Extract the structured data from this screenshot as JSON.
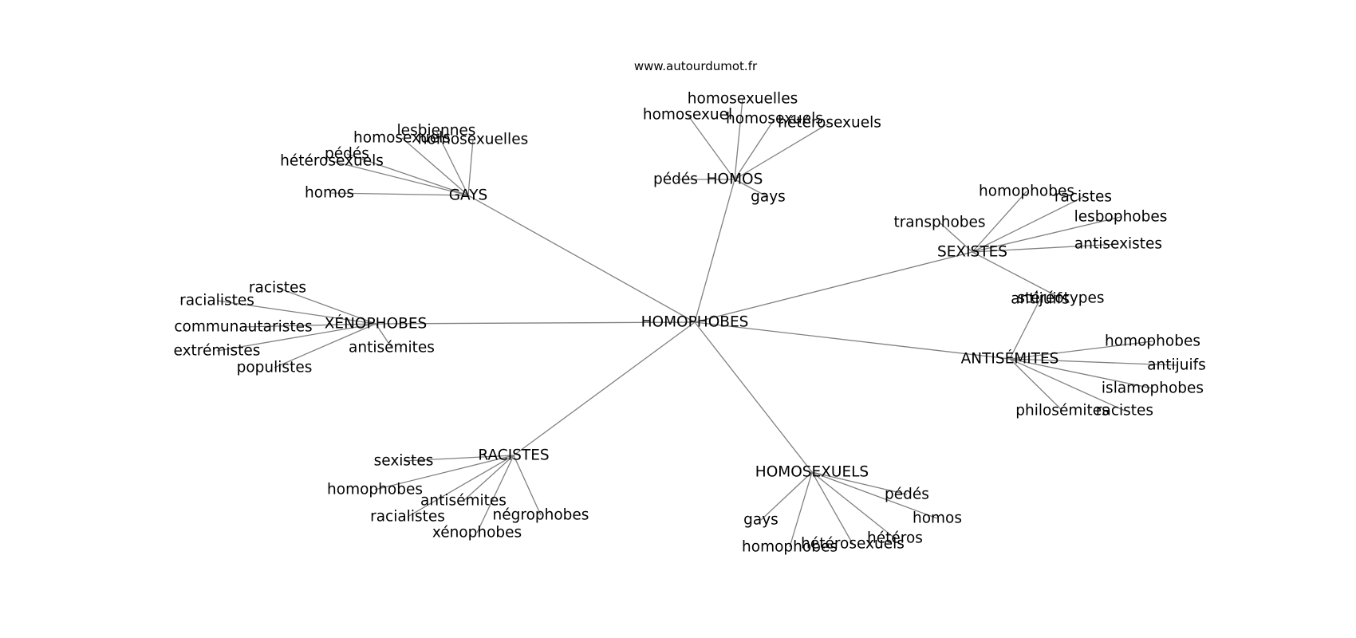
{
  "source": "www.autourdumot.fr",
  "center": "HOMOPHOBES",
  "clusters": [
    {
      "id": "gays",
      "label": "GAYS",
      "children": [
        "homosexuelles",
        "lesbiennes",
        "homosexuels",
        "pédés",
        "hétérosexuels",
        "homos"
      ]
    },
    {
      "id": "homos",
      "label": "HOMOS",
      "children": [
        "homosexuelles",
        "homosexuel",
        "homosexuels",
        "hétérosexuels",
        "pédés",
        "gays"
      ]
    },
    {
      "id": "sexistes",
      "label": "SEXISTES",
      "children": [
        "homophobes",
        "racistes",
        "transphobes",
        "lesbophobes",
        "antisexistes",
        "stéréotypes"
      ]
    },
    {
      "id": "xenophobes",
      "label": "XÉNOPHOBES",
      "children": [
        "racistes",
        "racialistes",
        "communautaristes",
        "extrémistes",
        "antisémites",
        "populistes"
      ]
    },
    {
      "id": "antisemites",
      "label": "ANTISÉMITES",
      "children": [
        "antijuifs",
        "homophobes",
        "antijuifs",
        "islamophobes",
        "philosémites",
        "racistes"
      ]
    },
    {
      "id": "racistes",
      "label": "RACISTES",
      "children": [
        "sexistes",
        "homophobes",
        "antisémites",
        "racialistes",
        "négrophobes",
        "xénophobes"
      ]
    },
    {
      "id": "homosexuels",
      "label": "HOMOSEXUELS",
      "children": [
        "pédés",
        "homos",
        "gays",
        "hétéros",
        "hétérosexuels",
        "homophobes"
      ]
    }
  ]
}
